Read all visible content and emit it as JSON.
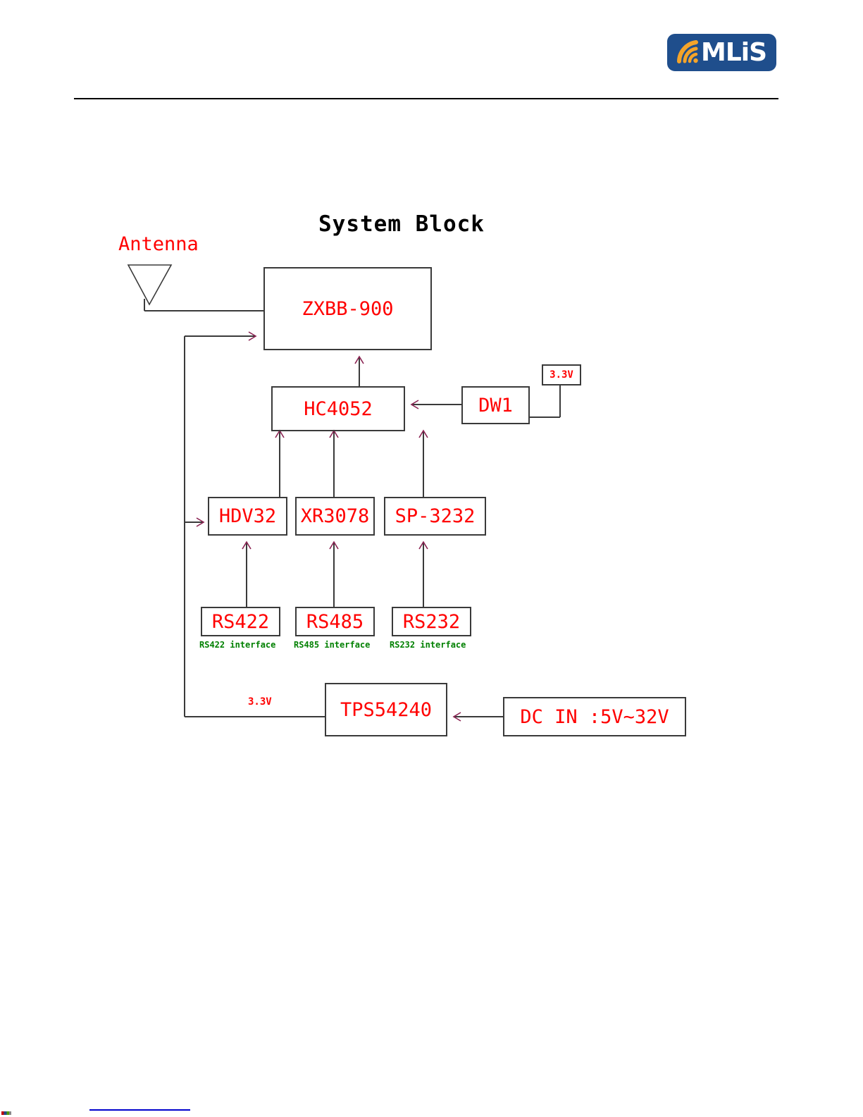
{
  "header": {
    "logo": {
      "name": "MLiS",
      "wordmark": "MLiS",
      "icon": "wifi-arc-icon",
      "plate_color": "#1f4e8c",
      "icon_color": "#f4a42a",
      "text_color": "#ffffff"
    },
    "rule_color": "#000000"
  },
  "diagram": {
    "title": "System Block",
    "title_color": "#000000",
    "node_text_color": "#ff0000",
    "interface_text_color": "#008000",
    "line_color": "#3a3a3a",
    "arrow_color": "#8b2252",
    "antenna_label": "Antenna",
    "boxes": [
      {
        "id": "zxbb",
        "label": "ZXBB-900"
      },
      {
        "id": "hc4052",
        "label": "HC4052"
      },
      {
        "id": "dw1",
        "label": "DW1"
      },
      {
        "id": "v33_dw1",
        "label": "3.3V"
      },
      {
        "id": "hdv32",
        "label": "HDV32"
      },
      {
        "id": "xr3078",
        "label": "XR3078"
      },
      {
        "id": "sp3232",
        "label": "SP-3232"
      },
      {
        "id": "rs422",
        "label": "RS422"
      },
      {
        "id": "rs485",
        "label": "RS485"
      },
      {
        "id": "rs232",
        "label": "RS232"
      },
      {
        "id": "tps54240",
        "label": "TPS54240"
      },
      {
        "id": "dcin",
        "label": "DC IN :5V~32V"
      }
    ],
    "interface_notes": [
      "RS422 interface",
      "RS485 interface",
      "RS232 interface"
    ],
    "rail_label": "3.3V"
  },
  "footer": {
    "link_underline_color": "#0000cc"
  }
}
